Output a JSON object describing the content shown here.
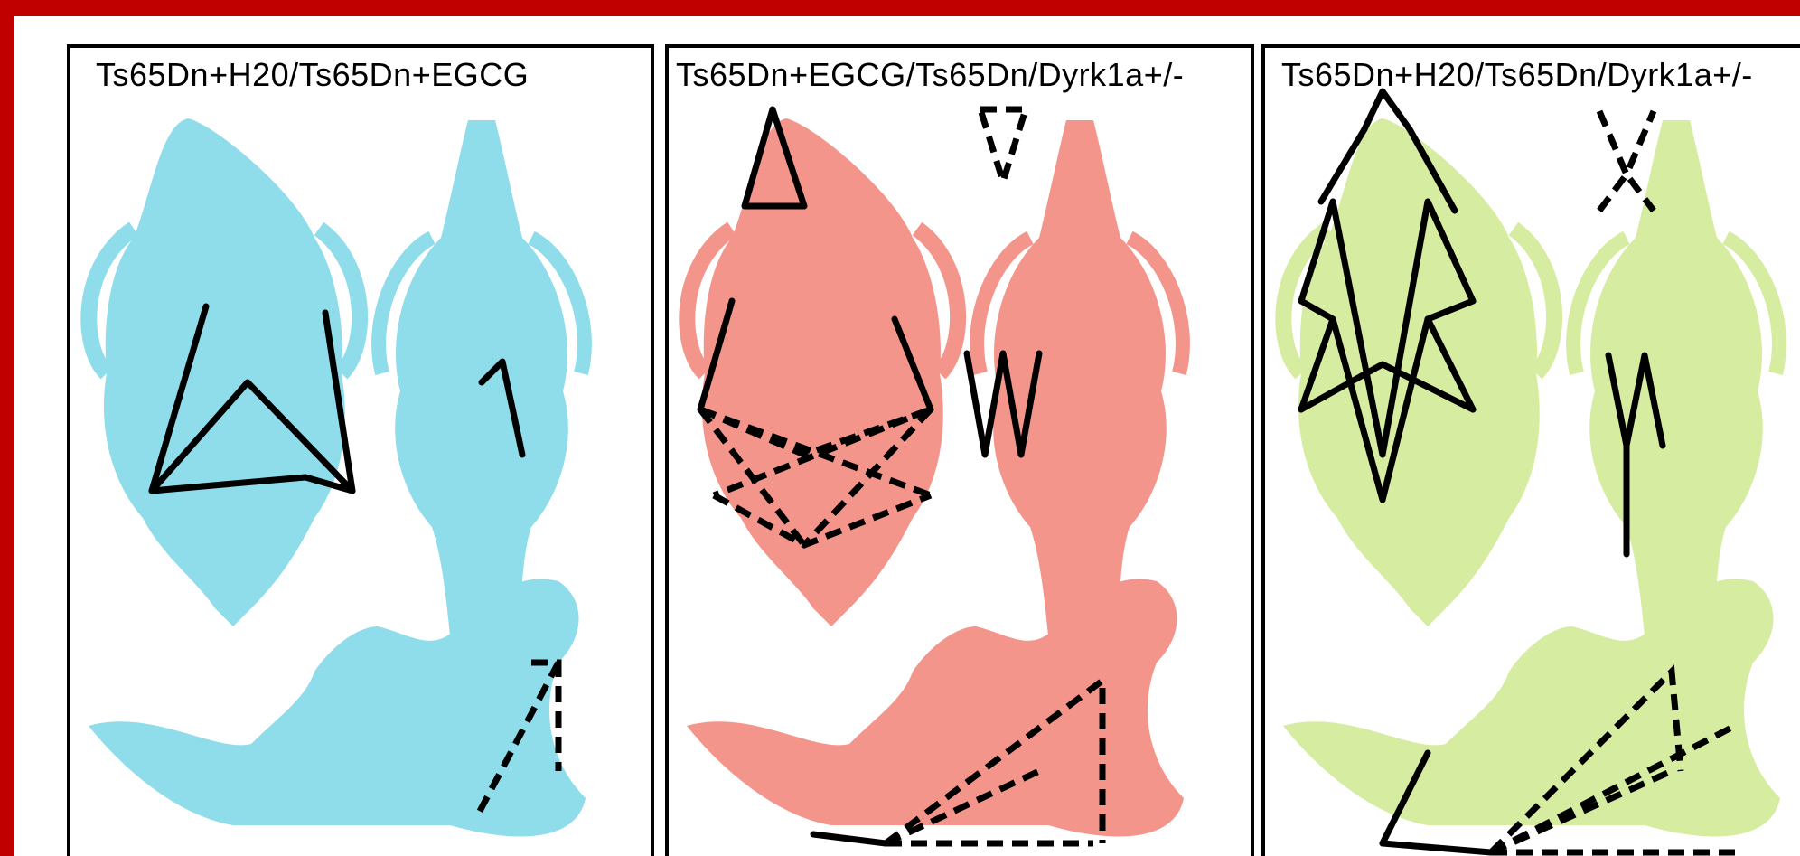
{
  "panels": [
    {
      "title": "Ts65Dn+H20/Ts65Dn+EGCG",
      "skull_color": "#8fdcea"
    },
    {
      "title": "Ts65Dn+EGCG/Ts65Dn/Dyrk1a+/-",
      "skull_color": "#f3958b"
    },
    {
      "title": "Ts65Dn+H20/Ts65Dn/Dyrk1a+/-",
      "skull_color": "#d6eca0"
    }
  ],
  "colors": {
    "frame": "#c00000",
    "panel_border": "#000000",
    "lines": "#000000"
  }
}
